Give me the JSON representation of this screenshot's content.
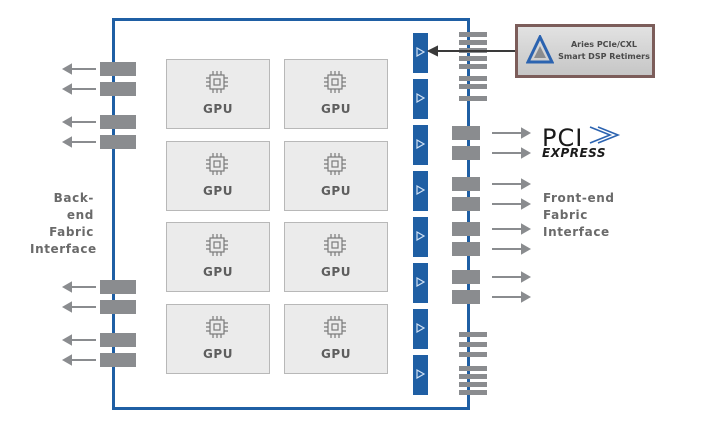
{
  "gpus": [
    {
      "label": "GPU"
    },
    {
      "label": "GPU"
    },
    {
      "label": "GPU"
    },
    {
      "label": "GPU"
    },
    {
      "label": "GPU"
    },
    {
      "label": "GPU"
    },
    {
      "label": "GPU"
    },
    {
      "label": "GPU"
    }
  ],
  "left_label": {
    "line1": "Back-end",
    "line2": "Fabric",
    "line3": "Interface"
  },
  "right_label": {
    "line1": "Front-end",
    "line2": "Fabric",
    "line3": "Interface"
  },
  "callout": {
    "line1": "Aries PCIe/CXL",
    "line2": "Smart DSP Retimers",
    "icon": "aries-triangle-logo"
  },
  "pcie_logo": {
    "word1": "PCI",
    "word2": "EXPRESS",
    "icon": "pcie-chevron-logo"
  },
  "colors": {
    "board_border": "#1f5fa4",
    "retimer": "#1f5fa4",
    "connector": "#8a8c8f",
    "gpu_fill": "#ebebeb",
    "callout_border": "#7c5d5a"
  },
  "retimer_count": 8
}
